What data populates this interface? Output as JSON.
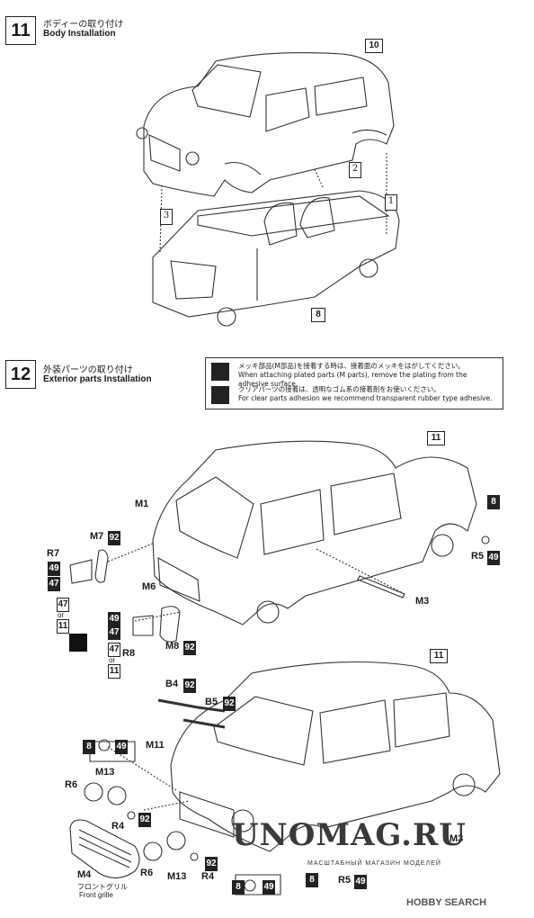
{
  "step11": {
    "number": "11",
    "title_jp": "ボディーの取り付け",
    "title_en": "Body Installation",
    "part_top": "10",
    "part_bottom": "8",
    "callouts": [
      "1",
      "2",
      "3"
    ]
  },
  "step12": {
    "number": "12",
    "title_jp": "外装パーツの取り付け",
    "title_en": "Exterior parts Installation",
    "notes": [
      {
        "jp": "メッキ部品(M部品)を接着する時は、接着面のメッキをはがしてください。",
        "en": "When attaching plated parts (M parts), remove the plating from the adhesive surface."
      },
      {
        "jp": "クリアパーツの接着は、透明なゴム系の接着剤をお使いください。",
        "en": "For clear parts adhesion we recommend transparent rubber type adhesive."
      }
    ],
    "upper": {
      "body_ref": "11",
      "chassis_ref": "8",
      "labels": {
        "m1": "M1",
        "m7": "M7",
        "m7_color": "92",
        "r7": "R7",
        "c49a": "49",
        "c47a": "47",
        "c47b": "47",
        "or1": "or",
        "c11a": "11",
        "m6": "M6",
        "c49b": "49",
        "c47c": "47",
        "c47d": "47",
        "or2": "or",
        "c11b": "11",
        "r8": "R8",
        "m8": "M8",
        "m8_color": "92",
        "m3": "M3",
        "r5": "R5",
        "r5_color": "49"
      }
    },
    "lower": {
      "body_ref": "11",
      "labels": {
        "b4": "B4",
        "b4_color": "92",
        "b5": "B5",
        "b5_color": "92",
        "c8a": "8",
        "c49a": "49",
        "m11": "M11",
        "r6a": "R6",
        "m13a": "M13",
        "r4a": "R4",
        "c92a": "92",
        "m4": "M4",
        "m4_jp": "フロントグリル",
        "m4_en": "Front grille",
        "r6b": "R6",
        "m13b": "M13",
        "r4b": "R4",
        "c92b": "92",
        "c8b": "8",
        "c49b": "49",
        "c8c": "8",
        "r5": "R5",
        "r5_color": "49",
        "m3": "M3"
      }
    }
  },
  "watermark": {
    "site": "UNOMAG.RU",
    "tagline": "МАСШТАБНЫЙ МАГАЗИН МОДЕЛЕЙ",
    "brand": "HOBBY SEARCH"
  }
}
